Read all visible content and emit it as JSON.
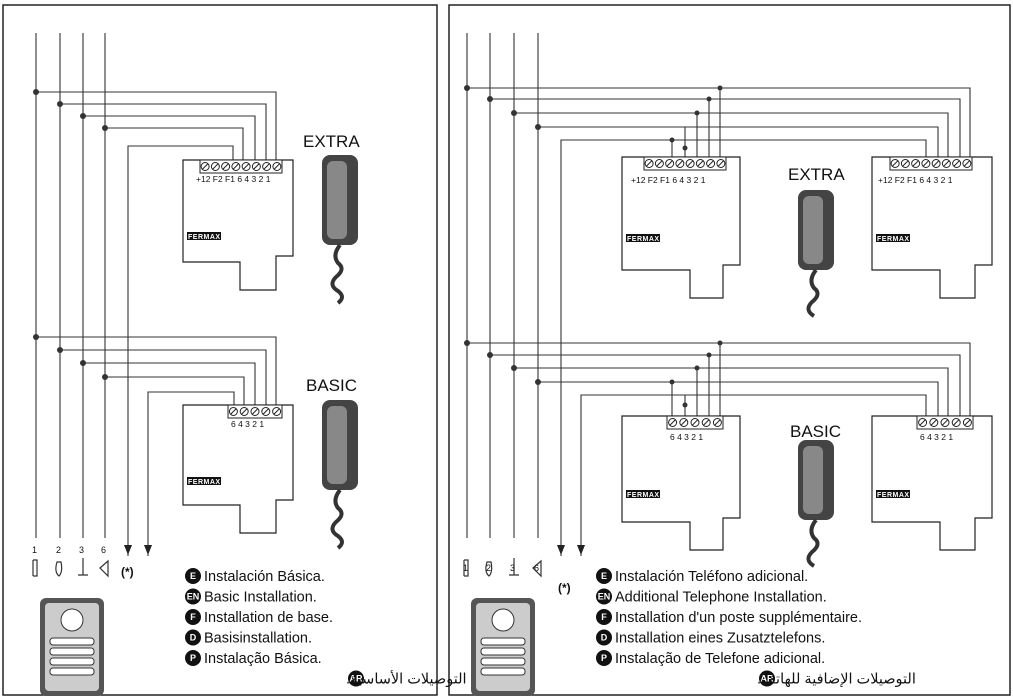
{
  "left": {
    "extra_label": "EXTRA",
    "basic_label": "BASIC",
    "extra_terminals": "+12 F2 F1 6 4 3 2 1",
    "basic_terminals": "6 4 3 2 1",
    "brand": "FERMAX",
    "wire_numbers": [
      "1",
      "2",
      "3",
      "6"
    ],
    "asterisk": "(*)",
    "legend": [
      {
        "badge": "E",
        "text": "Instalación Básica."
      },
      {
        "badge": "EN",
        "text": "Basic Installation."
      },
      {
        "badge": "F",
        "text": "Installation de base."
      },
      {
        "badge": "D",
        "text": "Basisinstallation."
      },
      {
        "badge": "P",
        "text": "Instalação Básica."
      },
      {
        "badge": "AR",
        "text": "التوصيلات الأساسية."
      }
    ]
  },
  "right": {
    "extra_label": "EXTRA",
    "basic_label": "BASIC",
    "extra_terminals": "+12 F2 F1 6 4 3 2 1",
    "basic_terminals": "6 4 3 2 1",
    "brand": "FERMAX",
    "wire_numbers": [
      "1",
      "2",
      "3",
      "6"
    ],
    "asterisk": "(*)",
    "legend": [
      {
        "badge": "E",
        "text": "Instalación Teléfono adicional."
      },
      {
        "badge": "EN",
        "text": "Additional Telephone Installation."
      },
      {
        "badge": "F",
        "text": "Installation d'un poste supplémentaire."
      },
      {
        "badge": "D",
        "text": "Installation eines Zusatztelefons."
      },
      {
        "badge": "P",
        "text": "Instalação de Telefone adicional."
      },
      {
        "badge": "AR",
        "text": "التوصيلات الإضافية للهاتف."
      }
    ]
  }
}
